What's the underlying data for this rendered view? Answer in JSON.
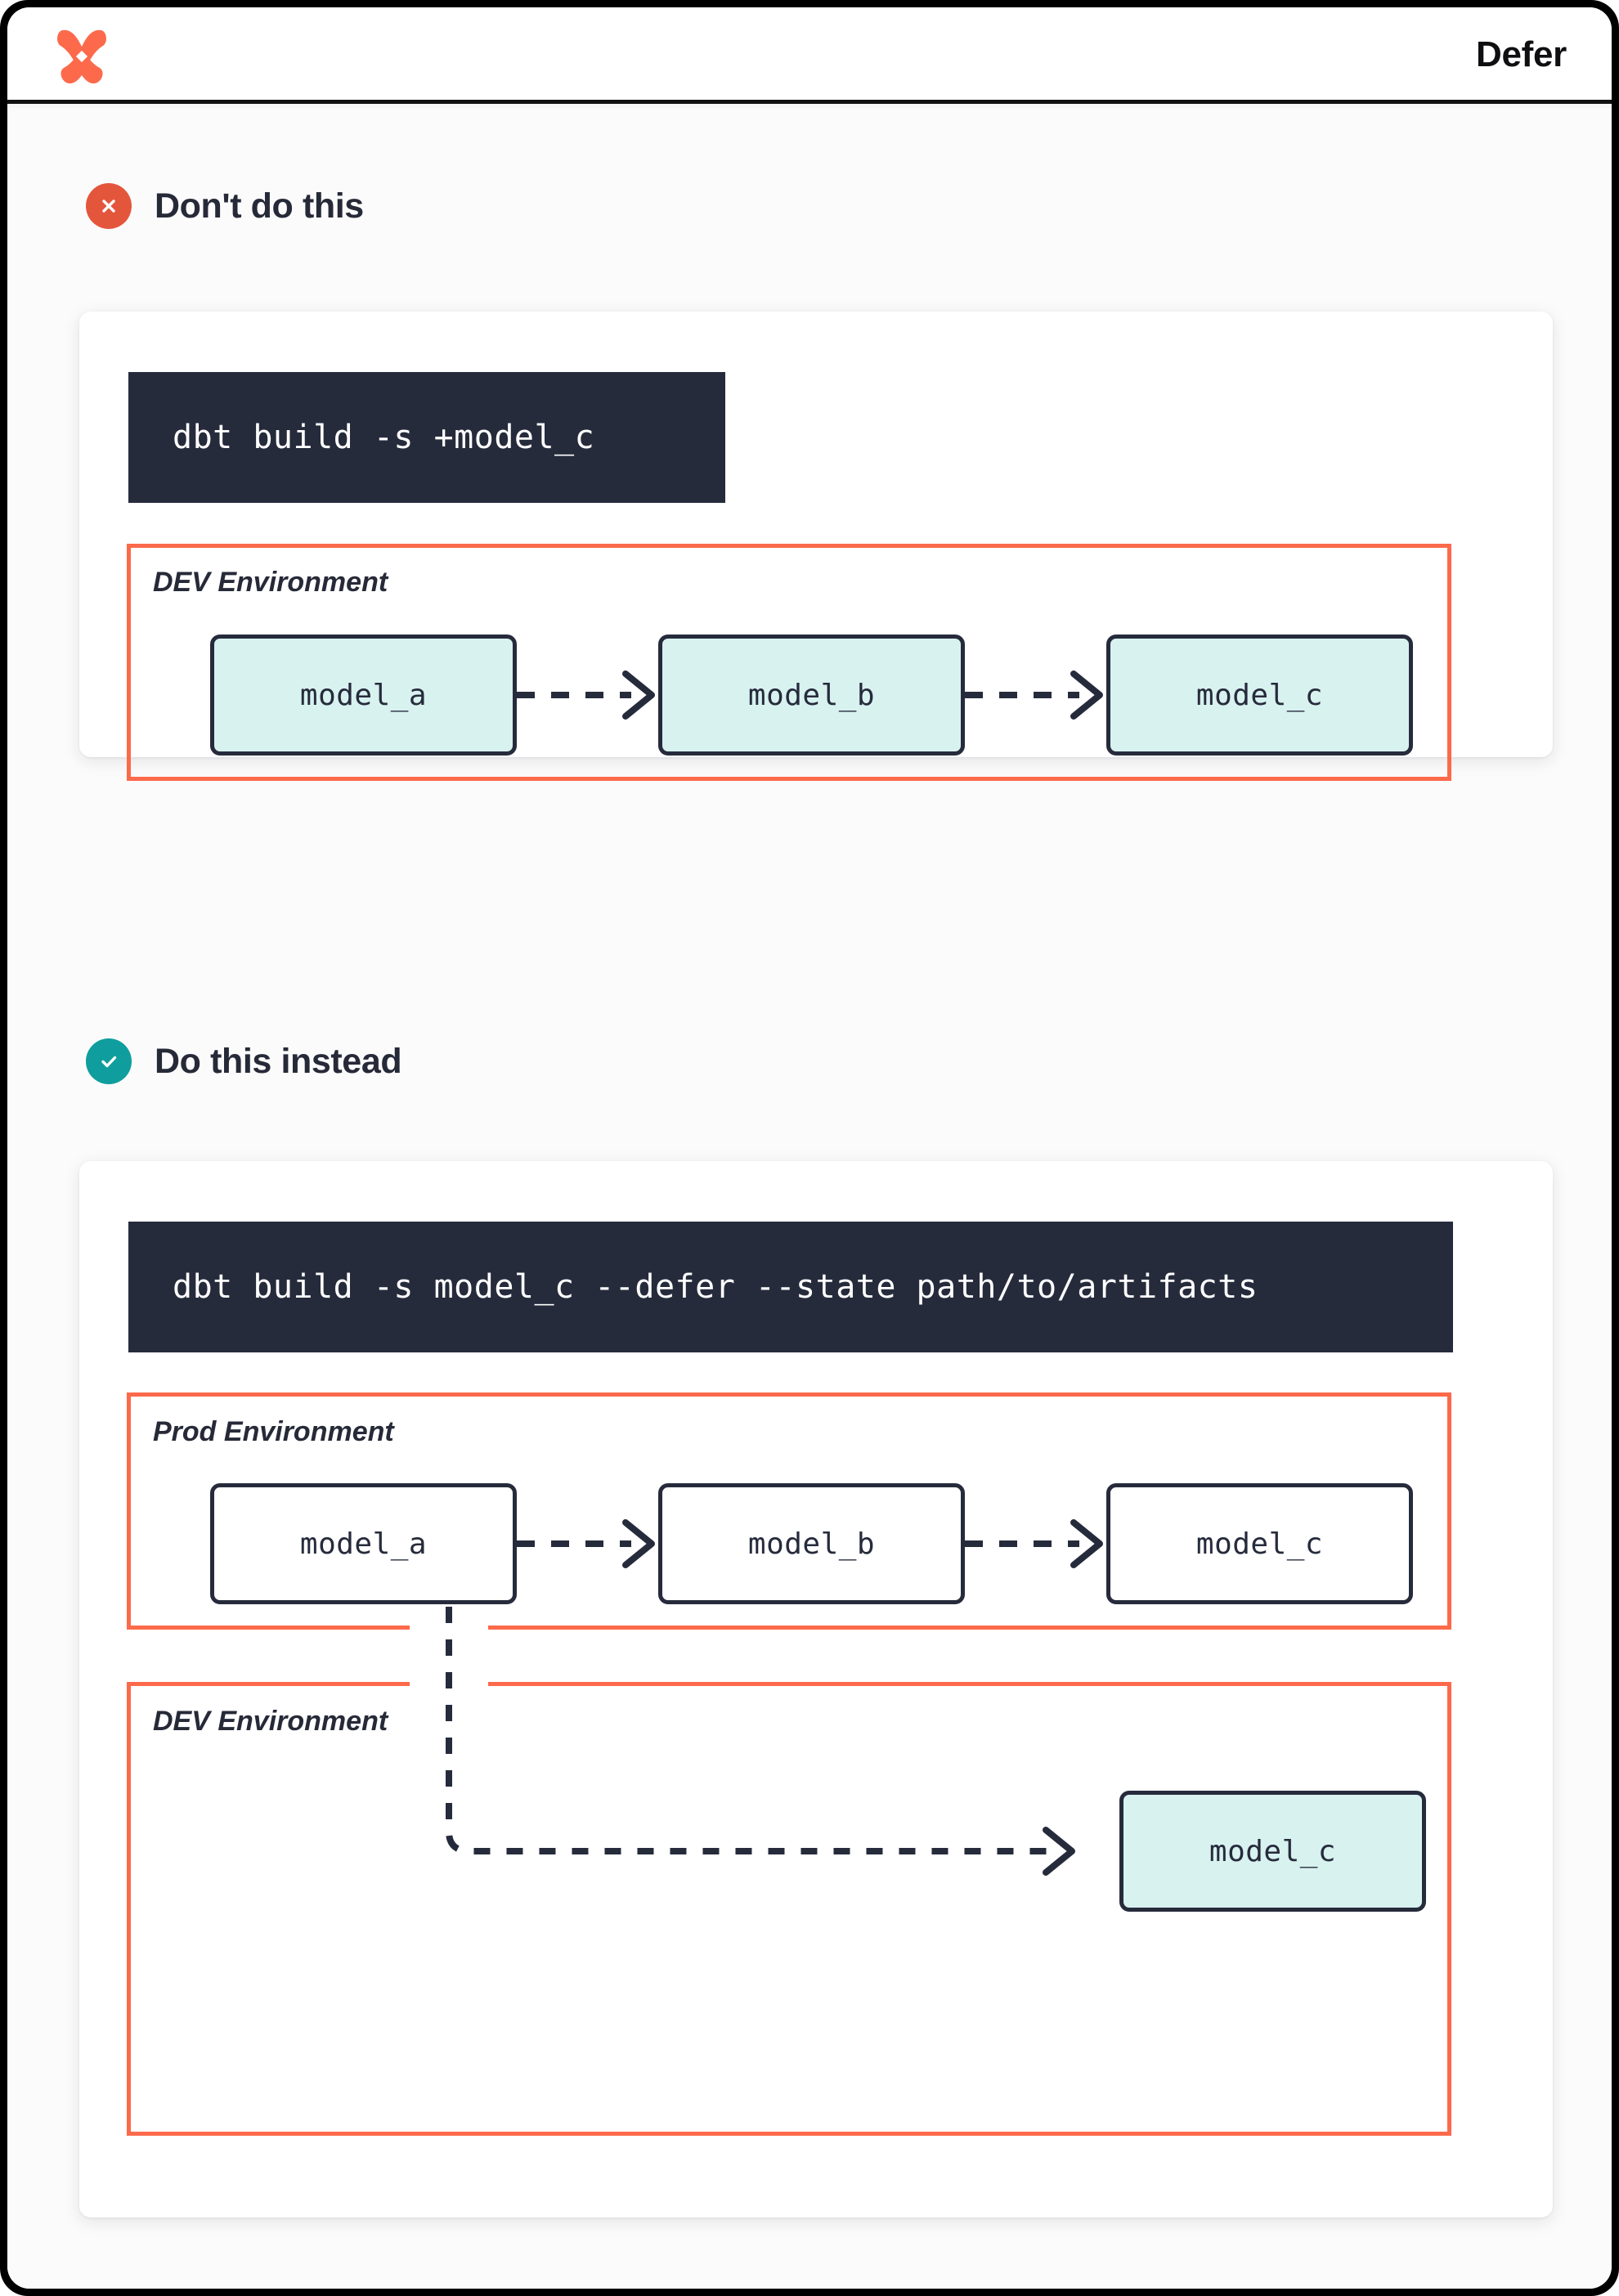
{
  "header": {
    "title": "Defer",
    "logo_icon": "dbt-logo-icon"
  },
  "colors": {
    "accent_orange": "#fc6a4b",
    "bad_red": "#e4563c",
    "good_teal": "#0f9d9d",
    "dark_navy": "#262b3c",
    "model_fill": "#d8f2ef"
  },
  "sections": [
    {
      "id": "dont",
      "icon": "x-circle-icon",
      "title": "Don't do this",
      "command": "dbt build -s +model_c",
      "environments": [
        {
          "label": "DEV Environment",
          "models": [
            {
              "label": "model_a",
              "style": "filled"
            },
            {
              "label": "model_b",
              "style": "filled"
            },
            {
              "label": "model_c",
              "style": "filled"
            }
          ]
        }
      ]
    },
    {
      "id": "do",
      "icon": "check-circle-icon",
      "title": "Do this instead",
      "command": "dbt build -s model_c --defer --state path/to/artifacts",
      "environments": [
        {
          "label": "Prod Environment",
          "models": [
            {
              "label": "model_a",
              "style": "plain"
            },
            {
              "label": "model_b",
              "style": "plain"
            },
            {
              "label": "model_c",
              "style": "plain"
            }
          ]
        },
        {
          "label": "DEV Environment",
          "models": [
            {
              "label": "model_c",
              "style": "filled"
            }
          ]
        }
      ]
    }
  ]
}
